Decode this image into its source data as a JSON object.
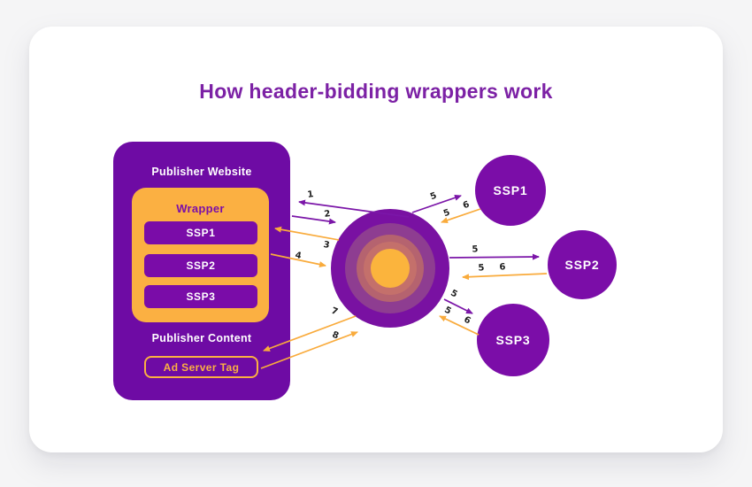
{
  "title": "How header-bidding wrappers work",
  "publisher": {
    "website_label": "Publisher Website",
    "wrapper_label": "Wrapper",
    "wrapper_ssps": [
      "SSP1",
      "SSP2",
      "SSP3"
    ],
    "content_label": "Publisher Content",
    "ad_server_tag_label": "Ad Server Tag"
  },
  "ssp_circles": [
    {
      "label": "SSP1"
    },
    {
      "label": "SSP2"
    },
    {
      "label": "SSP3"
    }
  ],
  "arrow_labels": [
    {
      "id": "step-1-page-to-wrapper",
      "text": "1"
    },
    {
      "id": "step-2-wrapper-to-hub",
      "text": "2"
    },
    {
      "id": "step-3-hub-to-wrapper",
      "text": "3"
    },
    {
      "id": "step-4-wrapper-to-hub",
      "text": "4"
    },
    {
      "id": "step-5-request-ssp1",
      "text": "5"
    },
    {
      "id": "step-5-response-ssp1",
      "text": "5"
    },
    {
      "id": "step-6-response-ssp1",
      "text": "6"
    },
    {
      "id": "step-5-request-ssp2",
      "text": "5"
    },
    {
      "id": "step-5-response-ssp2",
      "text": "5"
    },
    {
      "id": "step-6-response-ssp2",
      "text": "6"
    },
    {
      "id": "step-5-request-ssp3",
      "text": "5"
    },
    {
      "id": "step-5-response-ssp3",
      "text": "5"
    },
    {
      "id": "step-6-response-ssp3",
      "text": "6"
    },
    {
      "id": "step-7-hub-to-adserver",
      "text": "7"
    },
    {
      "id": "step-8-adserver-to-hub",
      "text": "8"
    }
  ],
  "colors": {
    "background": "#f5f5f6",
    "card": "#ffffff",
    "title_purple": "#7c21a5",
    "panel_purple": "#6e0ba4",
    "box_purple": "#7a0ca8",
    "orange": "#fbb042",
    "arrow_purple": "#7b16a8",
    "arrow_orange": "#f9ab3c",
    "bullseye_rings": [
      "#7911a2",
      "#8e3d91",
      "#b5636f",
      "#c4706b",
      "#fbb43d"
    ]
  }
}
